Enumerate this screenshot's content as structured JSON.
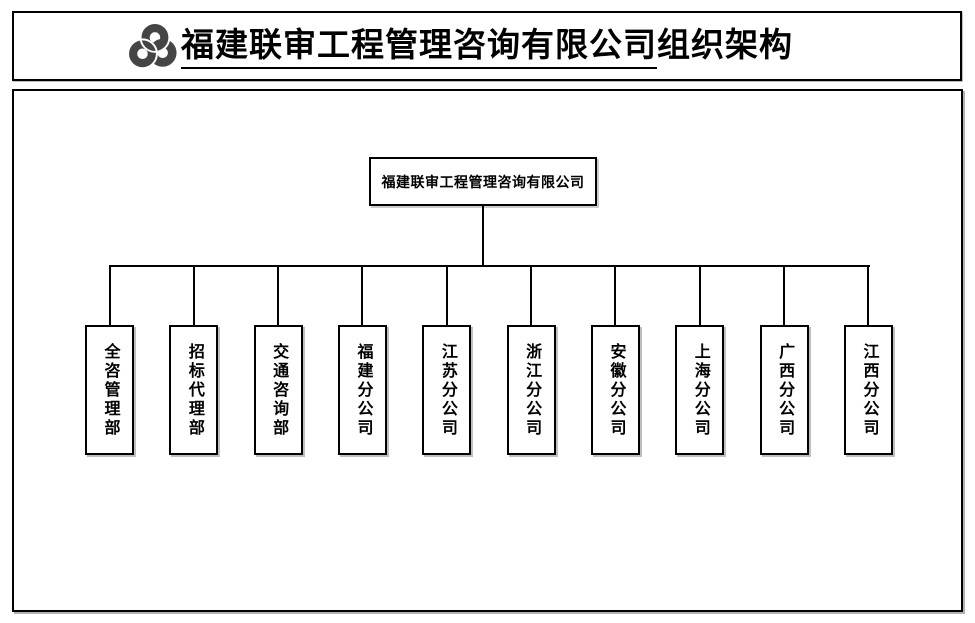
{
  "header": {
    "logo_icon": "three-interlocked-rings-logo",
    "title_company": "福建联审工程管理咨询有限公司",
    "title_suffix": "组织架构"
  },
  "chart": {
    "type": "org-chart",
    "root": "福建联审工程管理咨询有限公司",
    "departments": [
      "全咨管理部",
      "招标代理部",
      "交通咨询部",
      "福建分公司",
      "江苏分公司",
      "浙江分公司",
      "安徽分公司",
      "上海分公司",
      "广西分公司",
      "江西分公司"
    ]
  },
  "colors": {
    "line": "#000000",
    "text": "#000000",
    "logo": "#454545",
    "background": "#ffffff"
  }
}
